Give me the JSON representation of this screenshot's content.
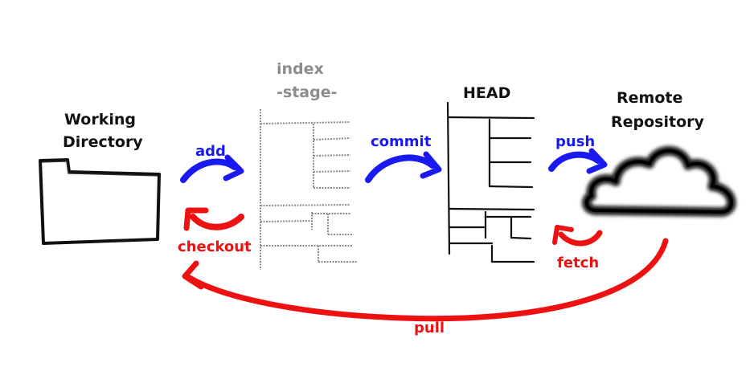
{
  "nodes": {
    "working_directory": {
      "line1": "Working",
      "line2": "Directory"
    },
    "index": {
      "line1": "index",
      "line2": "-stage-"
    },
    "head": {
      "label": "HEAD"
    },
    "remote": {
      "line1": "Remote",
      "line2": "Repository"
    }
  },
  "commands": {
    "add": "add",
    "checkout": "checkout",
    "commit": "commit",
    "push": "push",
    "fetch": "fetch",
    "pull": "pull"
  },
  "colors": {
    "forward": "#1a1af0",
    "backward": "#ee1111",
    "ink": "#111111",
    "index_ink": "#8a8a8a",
    "index_label": "#8c8c8c"
  },
  "icons": {
    "working_directory": "folder-icon",
    "index": "tree-icon",
    "head": "tree-icon",
    "remote": "cloud-icon"
  }
}
